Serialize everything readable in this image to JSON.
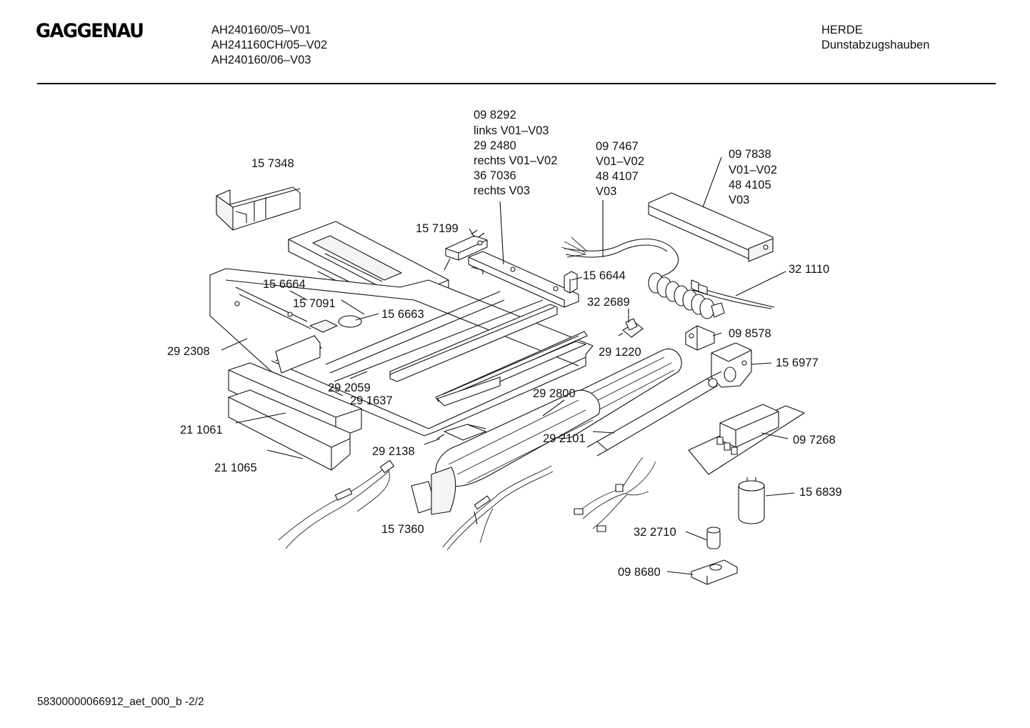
{
  "header": {
    "brand": "GAGGENAU",
    "models": [
      "AH240160/05–V01",
      "AH241160CH/05–V02",
      "AH240160/06–V03"
    ],
    "category": "HERDE",
    "subcategory": "Dunstabzugshauben"
  },
  "parts": {
    "p157348": "15 7348",
    "p157199": "15 7199",
    "p156664": "15 6664",
    "p157091": "15 7091",
    "p156663": "15 6663",
    "p292308": "29 2308",
    "p292059": "29 2059",
    "p291637": "29 1637",
    "p211061": "21 1061",
    "p211065": "21 1065",
    "p292138": "29 2138",
    "p157360": "15 7360",
    "p292800": "29 2800",
    "p292101": "29 2101",
    "p291220": "29 1220",
    "p322689": "32 2689",
    "p156644": "15 6644",
    "p098578": "09 8578",
    "p156977": "15 6977",
    "p321110": "32 1110",
    "p097268": "09 7268",
    "p156839": "15 6839",
    "p322710": "32 2710",
    "p098680": "09 8680"
  },
  "callouts": {
    "c1": [
      "09 8292",
      "links V01–V03",
      "29 2480",
      "rechts V01–V02",
      "36 7036",
      "rechts V03"
    ],
    "c2": [
      "09 7467",
      "V01–V02",
      "48 4107",
      "V03"
    ],
    "c3": [
      "09 7838",
      "V01–V02",
      "48 4105",
      "V03"
    ]
  },
  "footer": {
    "doc_id": "58300000066912_aet_000_b -2/2"
  }
}
